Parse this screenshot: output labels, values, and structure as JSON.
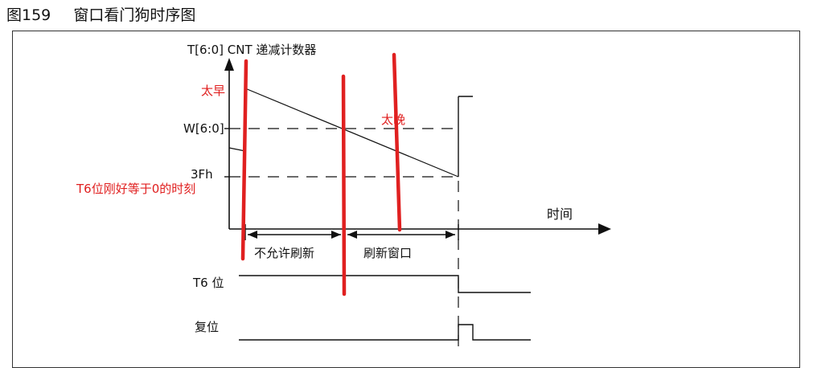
{
  "figure": {
    "caption_number": "图159",
    "caption_text": "窗口看门狗时序图"
  },
  "axes": {
    "y_label": "T[6:0] CNT 递减计数器",
    "x_label": "时间",
    "y_tick_w": "W[6:0]",
    "y_tick_3f": "3Fh"
  },
  "intervals": {
    "not_allowed": "不允许刷新",
    "refresh_window": "刷新窗口"
  },
  "signals": {
    "t6": "T6 位",
    "reset": "复位"
  },
  "annotations": {
    "too_early": "太早",
    "too_late": "太晚",
    "t6_zero": "T6位刚好等于0的时刻"
  },
  "colors": {
    "annotation_red": "#e02020",
    "line": "#111111"
  }
}
